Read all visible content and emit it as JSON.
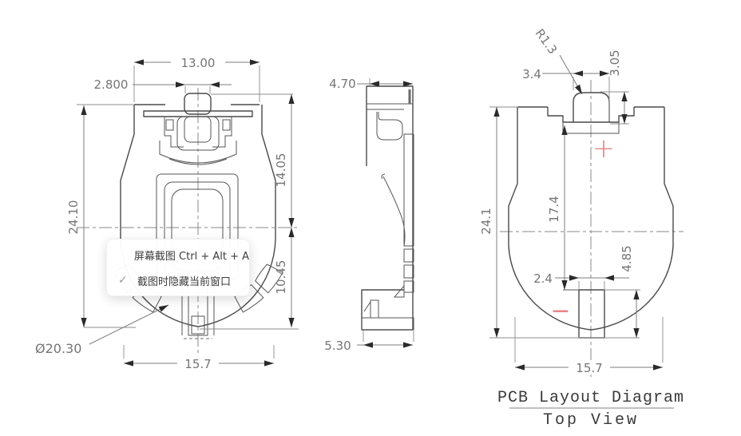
{
  "front_view": {
    "dim_top_width": "13.00",
    "dim_tab_width": "2.800",
    "dim_upper_height": "14.05",
    "dim_overall_height": "24.10",
    "dim_lower_height": "10.45",
    "dim_diameter": "Ø20.30",
    "dim_bottom_width": "15.7"
  },
  "side_view": {
    "dim_top_thickness": "4.70",
    "dim_bottom_thickness": "5.30"
  },
  "pcb_view": {
    "dim_corner_radius": "R1.3",
    "dim_pos_pad_width": "3.4",
    "dim_pos_pad_height": "3.05",
    "dim_pad_pitch": "17.4",
    "dim_overall_height": "24.1",
    "dim_neg_pad_width": "2.4",
    "dim_neg_pad_height": "4.85",
    "dim_bottom_width": "15.7",
    "positive_symbol": "+",
    "negative_symbol": "−",
    "caption_title": "PCB Layout Diagram",
    "caption_subtitle": "Top View"
  },
  "screenshot_tooltip": {
    "item_screenshot": "屏幕截图 Ctrl + Alt + A",
    "item_hide_window": "截图时隐藏当前窗口",
    "check_glyph": "✓"
  },
  "colors": {
    "line": "#4a4a4a",
    "dimension": "#757575",
    "accent_red": "#e98585",
    "tooltip_bg": "#ffffff"
  }
}
